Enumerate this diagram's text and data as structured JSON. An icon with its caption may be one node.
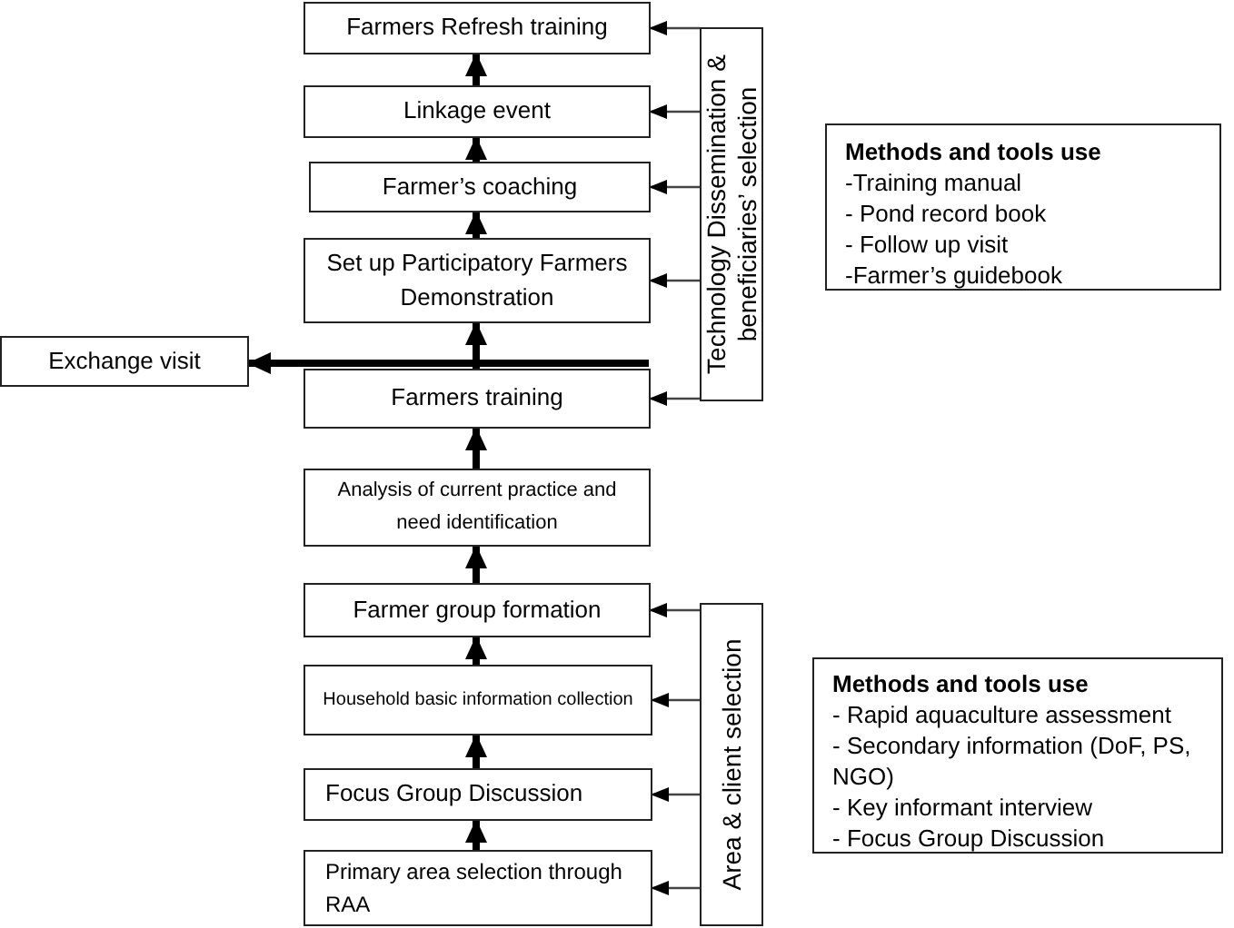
{
  "diagram": {
    "nodes": [
      {
        "text": [
          "Farmers Refresh training"
        ]
      },
      {
        "text": [
          "Linkage event"
        ]
      },
      {
        "text": [
          "Farmer’s coaching"
        ]
      },
      {
        "text": [
          "Set up Participatory Farmers Demonstration"
        ]
      },
      {
        "text": [
          "Exchange visit"
        ]
      },
      {
        "text": [
          "Farmers training"
        ]
      },
      {
        "text": [
          "Analysis of current practice and need identification"
        ]
      },
      {
        "text": [
          "Farmer group formation"
        ]
      },
      {
        "text": [
          "Household basic information collection"
        ]
      },
      {
        "text": [
          "Focus Group Discussion"
        ]
      },
      {
        "text": [
          "Primary area selection through RAA"
        ]
      },
      {
        "text": [
          "Technology Dissemination & beneficiaries’ selection"
        ]
      },
      {
        "text": [
          "Area & client selection"
        ]
      },
      {
        "text": [
          "Methods and tools use",
          "-Training manual",
          "- Pond record book",
          "- Follow up visit",
          "-Farmer’s guidebook"
        ]
      },
      {
        "text": [
          "Methods and tools use",
          "- Rapid aquaculture assessment",
          "- Secondary information (DoF, PS, NGO)",
          "- Key informant interview",
          "- Focus Group Discussion"
        ]
      }
    ],
    "edges": [
      {
        "from": 10,
        "to": 9,
        "arrow": "to"
      },
      {
        "from": 9,
        "to": 8,
        "arrow": "to"
      },
      {
        "from": 8,
        "to": 7,
        "arrow": "to"
      },
      {
        "from": 7,
        "to": 6,
        "arrow": "to"
      },
      {
        "from": 6,
        "to": 5,
        "arrow": "to"
      },
      {
        "from": 5,
        "to": 3,
        "arrow": "to"
      },
      {
        "from": 3,
        "to": 2,
        "arrow": "to"
      },
      {
        "from": 2,
        "to": 1,
        "arrow": "to"
      },
      {
        "from": 1,
        "to": 0,
        "arrow": "to"
      },
      {
        "from": 5,
        "to": 4,
        "arrow": "to"
      },
      {
        "from": 11,
        "to": 0,
        "arrow": "to",
        "color": "#444444"
      },
      {
        "from": 11,
        "to": 1,
        "arrow": "to",
        "color": "#444444"
      },
      {
        "from": 11,
        "to": 2,
        "arrow": "to",
        "color": "#444444"
      },
      {
        "from": 11,
        "to": 3,
        "arrow": "to",
        "color": "#444444"
      },
      {
        "from": 11,
        "to": 5,
        "arrow": "to",
        "color": "#444444"
      },
      {
        "from": 12,
        "to": 7,
        "arrow": "to",
        "color": "#444444"
      },
      {
        "from": 12,
        "to": 8,
        "arrow": "to",
        "color": "#444444"
      },
      {
        "from": 12,
        "to": 9,
        "arrow": "to",
        "color": "#444444"
      },
      {
        "from": 12,
        "to": 10,
        "arrow": "to",
        "color": "#444444"
      }
    ]
  }
}
